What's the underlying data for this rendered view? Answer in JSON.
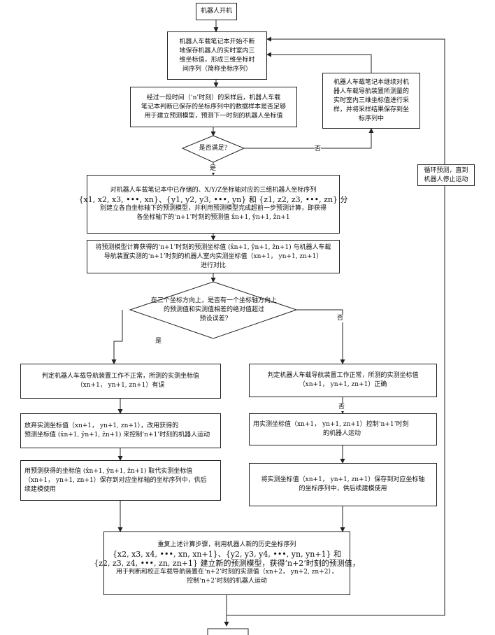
{
  "start": "机器人开机",
  "b1": [
    "机器人车载笔记本开始不断",
    "地保存机器人的实时室内三",
    "维坐标值，形成三维坐标时",
    "间序列（简称坐标序列）"
  ],
  "b2": [
    "经过一段时间（‘n’时刻）的采样后，机器人车载",
    "笔记本判断已保存的坐标序列中的数据样本是否足够",
    "用于建立预测模型，预测下一时刻的机器人坐标值"
  ],
  "b_resample": [
    "机器人车载笔记本继续对机",
    "器人车载导航装置所测量的",
    "实时室内三维坐标值进行采",
    "样，并将采样结果保存到坐",
    "标序列中"
  ],
  "d1": "是否满足?",
  "yes": "是",
  "no": "否",
  "b3": [
    "对机器人车载笔记本中已存储的、X/Y/Z坐标轴对应的三组机器人坐标序列",
    "{x1, x2, x3, •••, xn}、{y1, y2, y3, •••, yn} 和 {z1, z2, z3, •••, zn} 分",
    "别建立各自坐标轴下的预测模型，并利用预测模型完成超前一步预测计算，即获得",
    "各坐标轴下的‘n+1’时刻的预测值 x̂n+1, ŷn+1, ẑn+1"
  ],
  "b4": [
    "将预测模型计算获得的‘n+1’时刻的预测坐标值 (x̂n+1, ŷn+1, ẑn+1) 与机器人车载",
    "导航装置实测的‘n+1’时刻的机器人室内实测坐标值（xn+1， yn+1, zn+1）",
    "进行对比"
  ],
  "d2": [
    "在三个坐标方向上，是否有一个坐标轴方向上",
    "的预测值和实测值相差的绝对值超过",
    "预设误差?"
  ],
  "loop": [
    "循环预测，直到",
    "机器人停止运动"
  ],
  "L1": [
    "判定机器人车载导航装置工作不正常，所测的实测坐标值",
    "（xn+1， yn+1, zn+1）有误"
  ],
  "L2": [
    "放弃实测坐标值（xn+1， yn+1, zn+1），改用获得的",
    "预测坐标值 (x̂n+1, ŷn+1, ẑn+1) 来控制‘n+1’时刻的机器人运动"
  ],
  "L3": [
    "用预测获得的坐标值 (x̂n+1, ŷn+1, ẑn+1) 取代实测坐标值",
    "（xn+1， yn+1, zn+1）保存到对应坐标轴的坐标序列中，供后",
    "续建模使用"
  ],
  "R1": [
    "判定机器人车载导航装置工作正常，所测的实测坐标值",
    "（xn+1， yn+1, zn+1）正确"
  ],
  "R2": [
    "用实测坐标值（xn+1， yn+1, zn+1）控制‘n+1’时刻",
    "的机器人运动"
  ],
  "R3": [
    "将实测坐标值（xn+1， yn+1, zn+1）保存到对应坐标轴",
    "的坐标序列中，供后续建模使用"
  ],
  "bottom": [
    "重复上述计算步骤，利用机器人新的历史坐标序列",
    "{x2, x3, x4, •••, xn, xn+1}、{y2, y3, y4, •••, yn, yn+1} 和",
    "{z2, z3, z4, •••, zn, zn+1} 建立新的预测模型，获得‘n+2’时刻的预测值，",
    "用于判断和校正车载导航装置在‘n+2’时刻的实测值（xn+2， yn+2, zn+2），",
    "控制‘n+2’时刻的机器人运动"
  ]
}
